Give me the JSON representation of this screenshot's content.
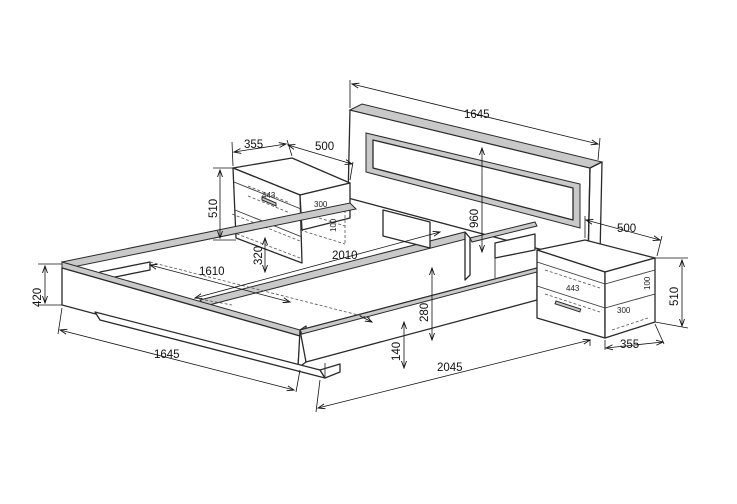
{
  "drawing": {
    "dimensions": {
      "headboard_width": "1645",
      "left_nightstand_depth": "355",
      "left_nightstand_width": "500",
      "left_nightstand_height": "510",
      "right_nightstand_width": "500",
      "right_nightstand_height": "510",
      "right_nightstand_depth": "355",
      "headboard_height": "960",
      "frame_height": "420",
      "inner_width": "1610",
      "inner_length": "2010",
      "drawer_height": "320",
      "frame_inner_height": "280",
      "base_height": "140",
      "frame_width": "1645",
      "frame_length": "2045"
    },
    "drawer_labels": {
      "left_top": "443",
      "left_depth": "300",
      "left_side": "100",
      "right_top": "443",
      "right_side": "100",
      "right_bottom": "300"
    }
  }
}
